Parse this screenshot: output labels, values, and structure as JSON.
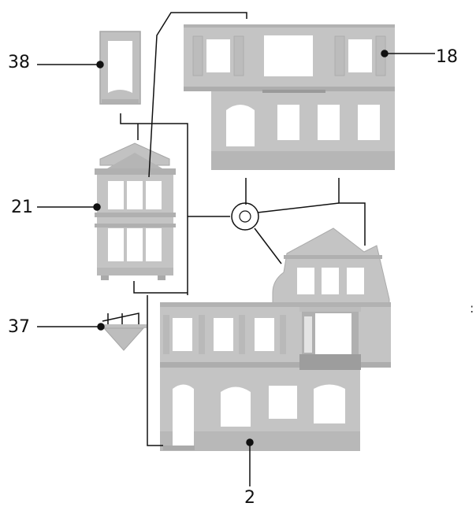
{
  "callouts": {
    "part_38": "38",
    "part_18": "18",
    "part_21": "21",
    "part_37": "37",
    "part_2": "2",
    "edge_mark": ":"
  },
  "colors": {
    "panel": "#c2c2c2",
    "panel_shadow": "#a9a9a9",
    "trim": "#b3b3b3",
    "window": "#ffffff",
    "line": "#111111"
  }
}
